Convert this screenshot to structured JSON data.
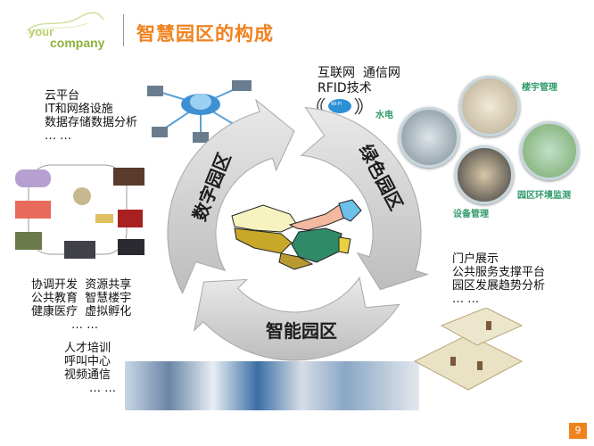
{
  "header": {
    "logo_line1": "your",
    "logo_line2": "company",
    "title": "智慧园区的构成"
  },
  "cycle": {
    "segments": [
      "数字园区",
      "绿色园区",
      "智能园区"
    ],
    "colors": {
      "arrow": "#cfcfcf",
      "arrow_edge": "#a8a8a8",
      "text": "#1c1c1c"
    }
  },
  "blocks": {
    "cloud": [
      "云平台",
      "IT和网络设施",
      "数据存储数据分析",
      "… …"
    ],
    "network": [
      "互联网  通信网",
      "RFID技术"
    ],
    "services": [
      "协调开发  资源共享",
      "公共教育  智慧楼宇",
      "健康医疗  虚拟孵化",
      "… …"
    ],
    "portal": [
      "门户展示",
      "公共服务支撑平台",
      "园区发展趋势分析",
      "… …"
    ],
    "comms": [
      "人才培训",
      "呼叫中心",
      "视频通信",
      "… …"
    ]
  },
  "green_labels": {
    "water": "水电",
    "building": "楼宇管理",
    "device": "设备管理",
    "environment": "园区环境监测"
  },
  "wifi_label": "Wi-Fi",
  "page_number": "9",
  "accent": "#f0821e"
}
